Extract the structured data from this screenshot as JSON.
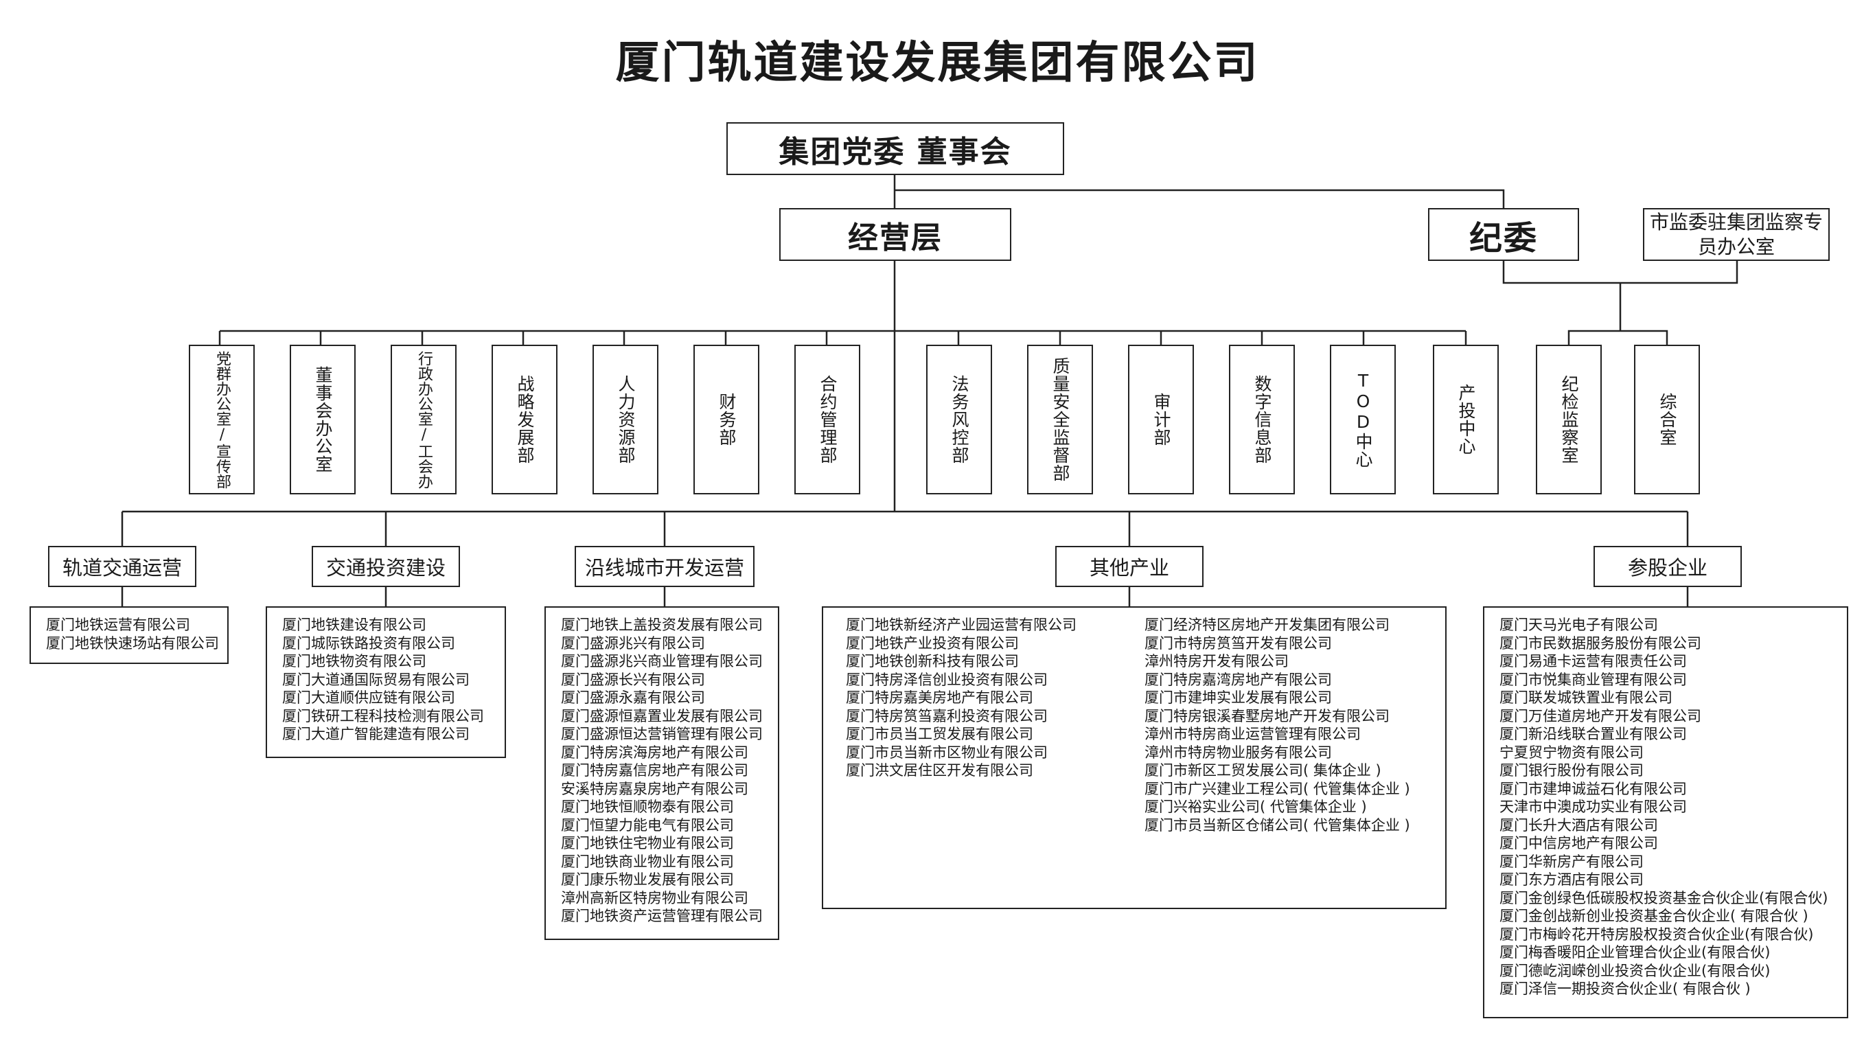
{
  "title": "厦门轨道建设发展集团有限公司",
  "top": "集团党委 董事会",
  "management": "经营层",
  "discipline": "纪委",
  "supervision_office": "市监委驻集团监察专员办公室",
  "departments": [
    "党群办公室/宣传部",
    "董事会办公室",
    "行政办公室/工会办",
    "战略发展部",
    "人力资源部",
    "财务部",
    "合约管理部",
    "法务风控部",
    "质量安全监督部",
    "审计部",
    "数字信息部",
    "TOD中心",
    "产投中心"
  ],
  "discipline_departments": [
    "纪检监察室",
    "综合室"
  ],
  "categories": {
    "rail": {
      "name": "轨道交通运营",
      "companies": [
        "厦门地铁运营有限公司",
        "厦门地铁快速场站有限公司"
      ]
    },
    "investment": {
      "name": "交通投资建设",
      "companies": [
        "厦门地铁建设有限公司",
        "厦门城际铁路投资有限公司",
        "厦门地铁物资有限公司",
        "厦门大道通国际贸易有限公司",
        "厦门大道顺供应链有限公司",
        "厦门铁研工程科技检测有限公司",
        "厦门大道广智能建造有限公司"
      ]
    },
    "city": {
      "name": "沿线城市开发运营",
      "companies": [
        "厦门地铁上盖投资发展有限公司",
        "厦门盛源兆兴有限公司",
        "厦门盛源兆兴商业管理有限公司",
        "厦门盛源长兴有限公司",
        "厦门盛源永嘉有限公司",
        "厦门盛源恒嘉置业发展有限公司",
        "厦门盛源恒达营销管理有限公司",
        "厦门特房滨海房地产有限公司",
        "厦门特房嘉信房地产有限公司",
        "安溪特房嘉泉房地产有限公司",
        "厦门地铁恒顺物泰有限公司",
        "厦门恒望力能电气有限公司",
        "厦门地铁住宅物业有限公司",
        "厦门地铁商业物业有限公司",
        "厦门康乐物业发展有限公司",
        "漳州高新区特房物业有限公司",
        "厦门地铁资产运营管理有限公司"
      ]
    },
    "other": {
      "name": "其他产业",
      "companies_left": [
        "厦门地铁新经济产业园运营有限公司",
        "厦门地铁产业投资有限公司",
        "厦门地铁创新科技有限公司",
        "厦门特房泽信创业投资有限公司",
        "厦门特房嘉美房地产有限公司",
        "厦门特房筼筜嘉利投资有限公司",
        "厦门市员当工贸发展有限公司",
        "厦门市员当新市区物业有限公司",
        "厦门洪文居住区开发有限公司"
      ],
      "companies_right": [
        "厦门经济特区房地产开发集团有限公司",
        "厦门市特房筼筜开发有限公司",
        "漳州特房开发有限公司",
        "厦门特房嘉湾房地产有限公司",
        "厦门市建坤实业发展有限公司",
        "厦门特房银溪春墅房地产开发有限公司",
        "漳州市特房商业运营管理有限公司",
        "漳州市特房物业服务有限公司",
        "厦门市新区工贸发展公司( 集体企业 )",
        "厦门市广兴建业工程公司( 代管集体企业 )",
        "厦门兴裕实业公司( 代管集体企业 )",
        "厦门市员当新区仓储公司( 代管集体企业 )"
      ]
    },
    "equity": {
      "name": "参股企业",
      "companies": [
        "厦门天马光电子有限公司",
        "厦门市民数据服务股份有限公司",
        "厦门易通卡运营有限责任公司",
        "厦门市悦集商业管理有限公司",
        "厦门联发城铁置业有限公司",
        "厦门万佳道房地产开发有限公司",
        "厦门新沿线联合置业有限公司",
        "宁夏贸宁物资有限公司",
        "厦门银行股份有限公司",
        "厦门市建坤诚益石化有限公司",
        "天津市中澳成功实业有限公司",
        "厦门长升大酒店有限公司",
        "厦门中信房地产有限公司",
        "厦门华新房产有限公司",
        "厦门东方酒店有限公司",
        "厦门金创绿色低碳股权投资基金合伙企业(有限合伙)",
        "厦门金创战新创业投资基金合伙企业( 有限合伙 )",
        "厦门市梅岭花开特房股权投资合伙企业(有限合伙)",
        "厦门梅香暖阳企业管理合伙企业(有限合伙)",
        "厦门德屹润嵘创业投资合伙企业(有限合伙)",
        "厦门泽信一期投资合伙企业( 有限合伙 )"
      ]
    }
  }
}
